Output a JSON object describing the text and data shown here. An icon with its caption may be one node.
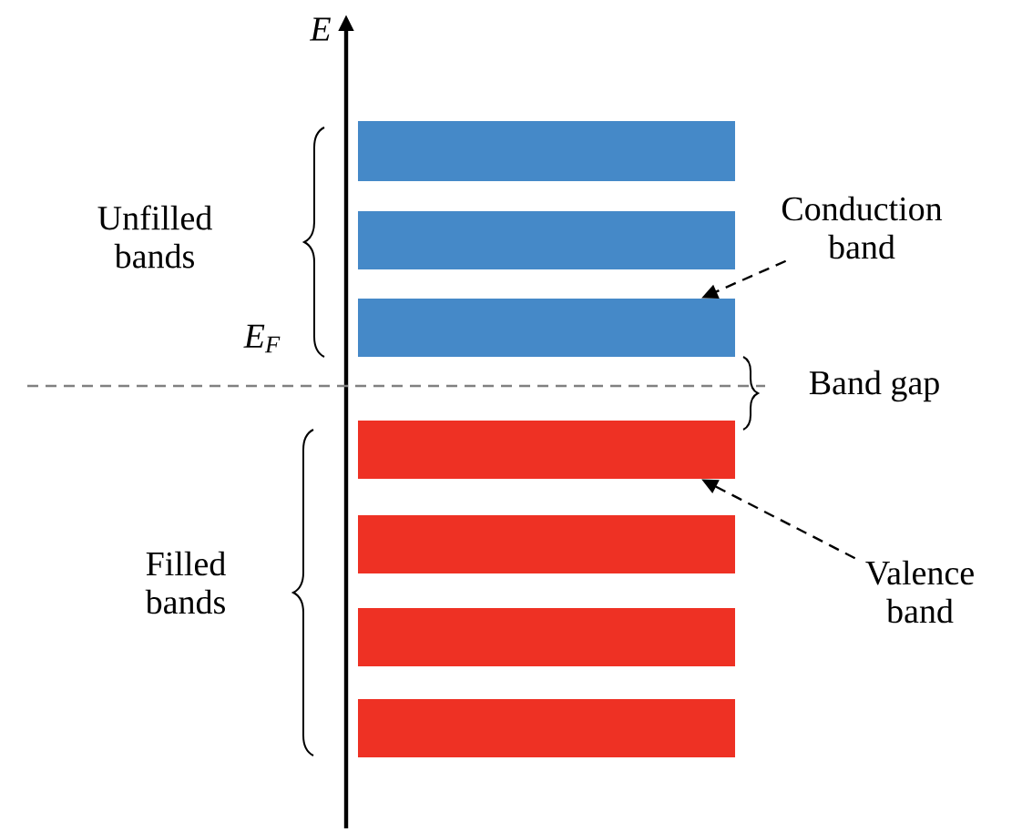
{
  "diagram": {
    "nodes": [
      {
        "text": [],
        "shape": "bar"
      },
      {
        "text": [],
        "shape": "bar"
      },
      {
        "text": [],
        "shape": "bar"
      },
      {
        "text": [],
        "shape": "bar"
      },
      {
        "text": [],
        "shape": "bar"
      },
      {
        "text": [],
        "shape": "bar"
      },
      {
        "text": [],
        "shape": "bar"
      },
      {
        "text": [
          "Conduction band"
        ]
      },
      {
        "text": [
          "Valence band"
        ]
      }
    ],
    "edges": [
      {
        "from": 7,
        "to": 2,
        "arrow": "to",
        "style": "dashed"
      },
      {
        "from": 8,
        "to": 3,
        "arrow": "to",
        "style": "dashed"
      }
    ],
    "labels": [
      "E",
      "E$_{F}$",
      "Unfilled bands",
      "Band gap",
      "Filled bands"
    ]
  }
}
